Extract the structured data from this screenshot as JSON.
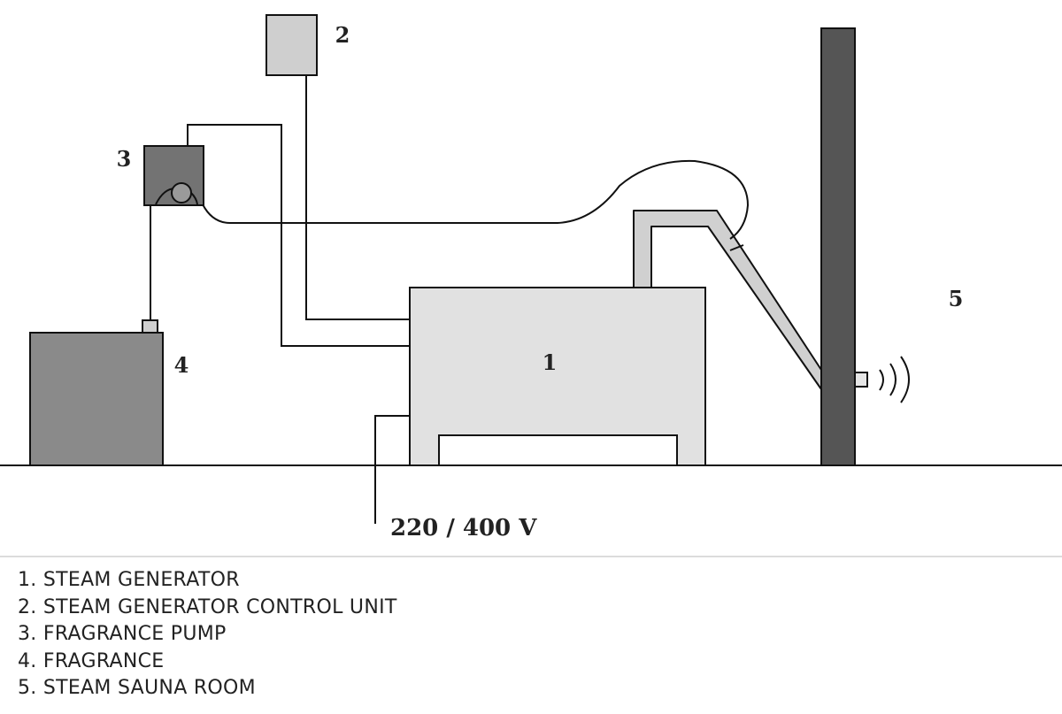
{
  "labels": {
    "steam_generator": "1",
    "control_unit": "2",
    "fragrance_pump": "3",
    "fragrance": "4",
    "sauna_room": "5"
  },
  "voltage": "220 / 400 V",
  "legend": [
    "1. STEAM GENERATOR",
    "2. STEAM GENERATOR CONTROL UNIT",
    "3. FRAGRANCE PUMP",
    "4. FRAGRANCE",
    "5. STEAM SAUNA ROOM"
  ],
  "colors": {
    "line": "#111111",
    "generator_fill": "#e1e1e1",
    "control_fill": "#cfcfcf",
    "pump_fill": "#737373",
    "tank_fill": "#8a8a8a",
    "wall_fill": "#555555",
    "pipe_fill": "#d0d0d0"
  }
}
